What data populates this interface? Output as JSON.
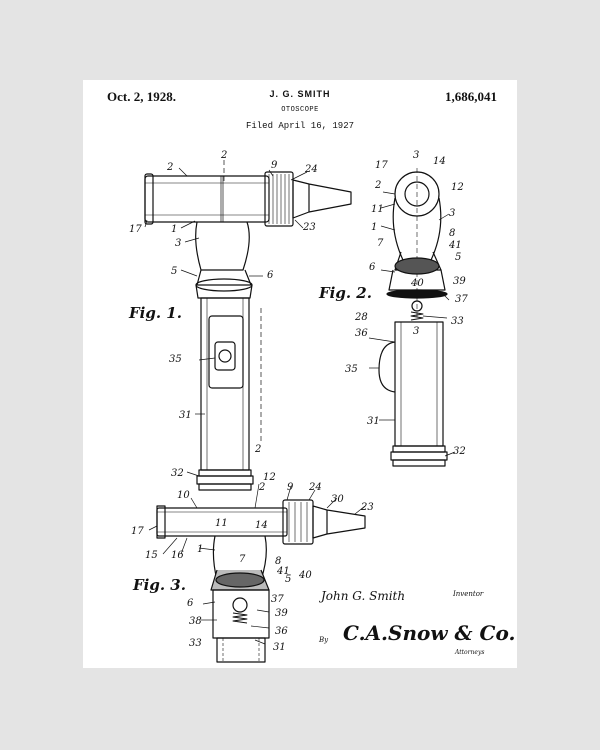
{
  "header": {
    "date": "Oct. 2, 1928.",
    "inventor": "J. G. SMITH",
    "patent_number": "1,686,041",
    "title": "OTOSCOPE",
    "filed": "Filed April 16, 1927"
  },
  "figures": [
    "Fig. 1.",
    "Fig. 2.",
    "Fig. 3."
  ],
  "reference_numerals": {
    "fig1": [
      "2",
      "2",
      "9",
      "24",
      "17",
      "1",
      "23",
      "3",
      "5",
      "6",
      "35",
      "31",
      "2",
      "32"
    ],
    "fig2": [
      "3",
      "14",
      "17",
      "12",
      "2",
      "11",
      "1",
      "3",
      "7",
      "8",
      "41",
      "5",
      "6",
      "40",
      "39",
      "37",
      "28",
      "33",
      "36",
      "3",
      "35",
      "31",
      "32"
    ],
    "fig3": [
      "10",
      "12",
      "2",
      "9",
      "24",
      "30",
      "23",
      "17",
      "11",
      "14",
      "15",
      "16",
      "1",
      "7",
      "8",
      "41",
      "5",
      "40",
      "6",
      "37",
      "38",
      "39",
      "36",
      "33",
      "31"
    ]
  },
  "signature": {
    "inventor_name": "John G. Smith",
    "inventor_caption": "Inventor",
    "by": "By",
    "attorney_name": "C.A.Snow & Co.",
    "attorney_caption": "Attorneys"
  },
  "colors": {
    "background": "#e4e4e4",
    "sheet": "#ffffff",
    "ink": "#111111"
  }
}
